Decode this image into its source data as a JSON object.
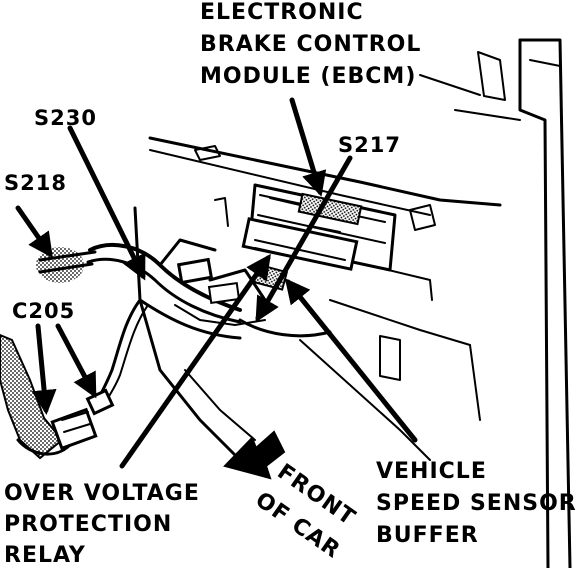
{
  "labels": {
    "ebcm_line1": "ELECTRONIC",
    "ebcm_line2": "BRAKE CONTROL",
    "ebcm_line3": "MODULE (EBCM)",
    "s230": "S230",
    "s217": "S217",
    "s218": "S218",
    "c205": "C205",
    "ovp_line1": "OVER VOLTAGE",
    "ovp_line2": "PROTECTION",
    "ovp_line3": "RELAY",
    "front_line1": "FRONT",
    "front_line2": "OF CAR",
    "vss_line1": "VEHICLE",
    "vss_line2": "SPEED SENSOR",
    "vss_line3": "BUFFER"
  },
  "colors": {
    "ink": "#000000",
    "paper": "#ffffff",
    "shade": "#9a9a9a"
  }
}
